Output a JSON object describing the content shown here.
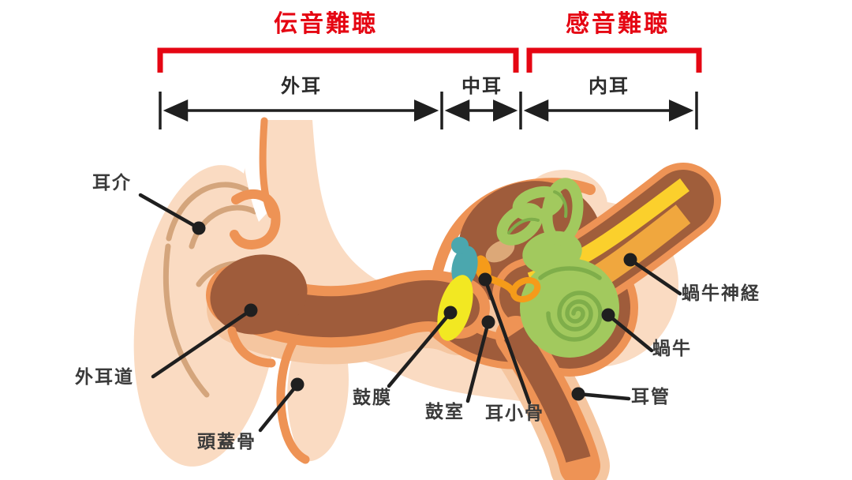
{
  "diagram": {
    "sections": [
      {
        "id": "conductive",
        "label": "伝音難聴"
      },
      {
        "id": "sensorineural",
        "label": "感音難聴"
      }
    ],
    "regions": [
      {
        "id": "outer-ear",
        "label": "外耳"
      },
      {
        "id": "middle-ear",
        "label": "中耳"
      },
      {
        "id": "inner-ear",
        "label": "内耳"
      }
    ],
    "parts": [
      {
        "id": "auricle",
        "label": "耳介"
      },
      {
        "id": "ear-canal",
        "label": "外耳道"
      },
      {
        "id": "skull",
        "label": "頭蓋骨"
      },
      {
        "id": "eardrum",
        "label": "鼓膜"
      },
      {
        "id": "tympanic-cavity",
        "label": "鼓室"
      },
      {
        "id": "ossicles",
        "label": "耳小骨"
      },
      {
        "id": "cochlear-nerve",
        "label": "蝸牛神経"
      },
      {
        "id": "cochlea",
        "label": "蝸牛"
      },
      {
        "id": "eustachian-tube",
        "label": "耳管"
      }
    ],
    "colors": {
      "accent_red": "#e50613",
      "line_black": "#1f1f1f",
      "text": "#3a3a3a",
      "skin_light": "#fadbc2",
      "skin_mid": "#f5c6a0",
      "outline_orange": "#ee9355",
      "bone_brown": "#9f5c3b",
      "inner_ear_green": "#a2c95e",
      "inner_ear_green_dark": "#7fae4a",
      "ossicle_teal": "#4ba7ae",
      "ossicle_orange": "#f59b1a",
      "eardrum_yellow": "#f2e822",
      "nerve_yellow": "#fbd02c",
      "nerve_amber": "#f0a73e",
      "helix_tan": "#d4a57c"
    }
  }
}
